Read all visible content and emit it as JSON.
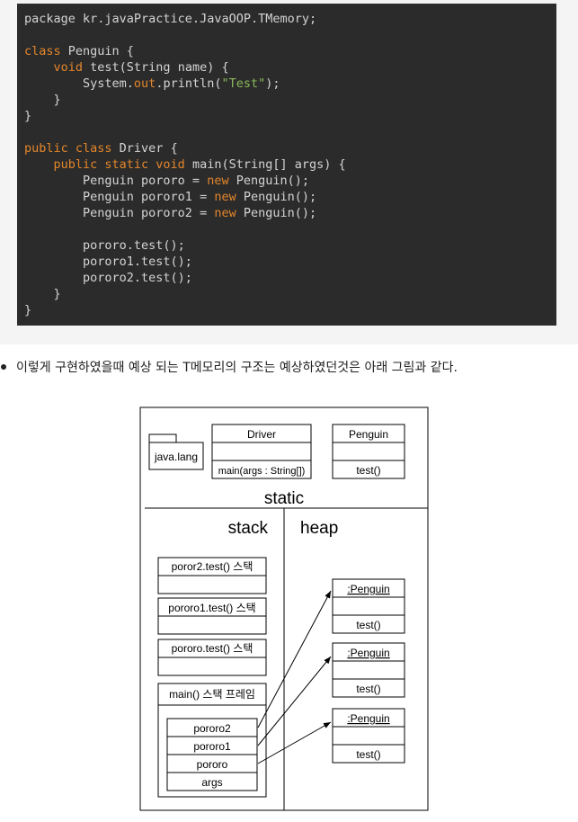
{
  "code": {
    "lines": [
      [
        {
          "t": "package kr.javaPractice.JavaOOP.TMemory;",
          "c": ""
        }
      ],
      [],
      [
        {
          "t": "class",
          "c": "kw"
        },
        {
          "t": " Penguin {",
          "c": ""
        }
      ],
      [
        {
          "t": "    ",
          "c": ""
        },
        {
          "t": "void",
          "c": "kw"
        },
        {
          "t": " test(String name) {",
          "c": ""
        }
      ],
      [
        {
          "t": "        System.",
          "c": ""
        },
        {
          "t": "out",
          "c": "kw"
        },
        {
          "t": ".println(",
          "c": ""
        },
        {
          "t": "\"Test\"",
          "c": "str"
        },
        {
          "t": ");",
          "c": ""
        }
      ],
      [
        {
          "t": "    }",
          "c": ""
        }
      ],
      [
        {
          "t": "}",
          "c": ""
        }
      ],
      [],
      [
        {
          "t": "public class",
          "c": "kw"
        },
        {
          "t": " Driver {",
          "c": ""
        }
      ],
      [
        {
          "t": "    ",
          "c": ""
        },
        {
          "t": "public static void",
          "c": "kw"
        },
        {
          "t": " main(String[] args) {",
          "c": ""
        }
      ],
      [
        {
          "t": "        Penguin pororo = ",
          "c": ""
        },
        {
          "t": "new",
          "c": "kw"
        },
        {
          "t": " Penguin();",
          "c": ""
        }
      ],
      [
        {
          "t": "        Penguin pororo1 = ",
          "c": ""
        },
        {
          "t": "new",
          "c": "kw"
        },
        {
          "t": " Penguin();",
          "c": ""
        }
      ],
      [
        {
          "t": "        Penguin pororo2 = ",
          "c": ""
        },
        {
          "t": "new",
          "c": "kw"
        },
        {
          "t": " Penguin();",
          "c": ""
        }
      ],
      [],
      [
        {
          "t": "        pororo.test();",
          "c": ""
        }
      ],
      [
        {
          "t": "        pororo1.test();",
          "c": ""
        }
      ],
      [
        {
          "t": "        pororo2.test();",
          "c": ""
        }
      ],
      [
        {
          "t": "    }",
          "c": ""
        }
      ],
      [
        {
          "t": "}",
          "c": ""
        }
      ]
    ]
  },
  "bullet_text": "이렇게 구현하였을때 예상 되는 T메모리의 구조는 예상하였던것은 아래 그림과 같다.",
  "diagram": {
    "java_lang": "java.lang",
    "driver_title": "Driver",
    "driver_method": "main(args : String[])",
    "penguin_class_title": "Penguin",
    "penguin_class_method": "test()",
    "static_label": "static",
    "stack_label": "stack",
    "heap_label": "heap",
    "frames": [
      "poror2.test() 스택",
      "pororo1.test() 스택",
      "pororo.test() 스택"
    ],
    "main_frame": "main() 스택 프레임",
    "vars": [
      "pororo2",
      "pororo1",
      "pororo",
      "args"
    ],
    "instance_title": ":Penguin",
    "instance_method": "test()"
  }
}
